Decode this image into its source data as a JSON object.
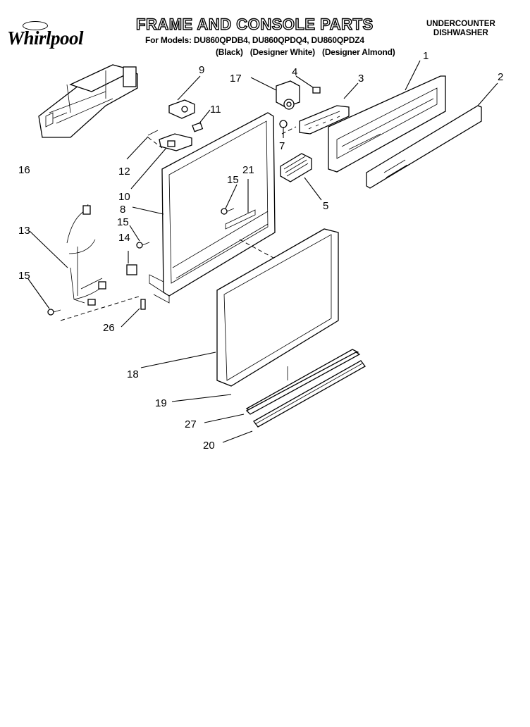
{
  "brand": {
    "badge": "Whirlpool",
    "name": "Whirlpool"
  },
  "header": {
    "title": "FRAME AND CONSOLE PARTS",
    "models_line": "For Models: DU860QPDB4, DU860QPDQ4, DU860QPDZ4",
    "finishes": [
      "(Black)",
      "(Designer White)",
      "(Designer Almond)"
    ],
    "product_type": [
      "UNDERCOUNTER",
      "DISHWASHER"
    ]
  },
  "callouts": {
    "c1": "1",
    "c2": "2",
    "c3": "3",
    "c4": "4",
    "c5": "5",
    "c7": "7",
    "c8": "8",
    "c9": "9",
    "c10": "10",
    "c11": "11",
    "c12": "12",
    "c13": "13",
    "c14": "14",
    "c15a": "15",
    "c15b": "15",
    "c15c": "15",
    "c16": "16",
    "c17": "17",
    "c18": "18",
    "c19": "19",
    "c20": "20",
    "c21": "21",
    "c26": "26",
    "c27": "27"
  }
}
